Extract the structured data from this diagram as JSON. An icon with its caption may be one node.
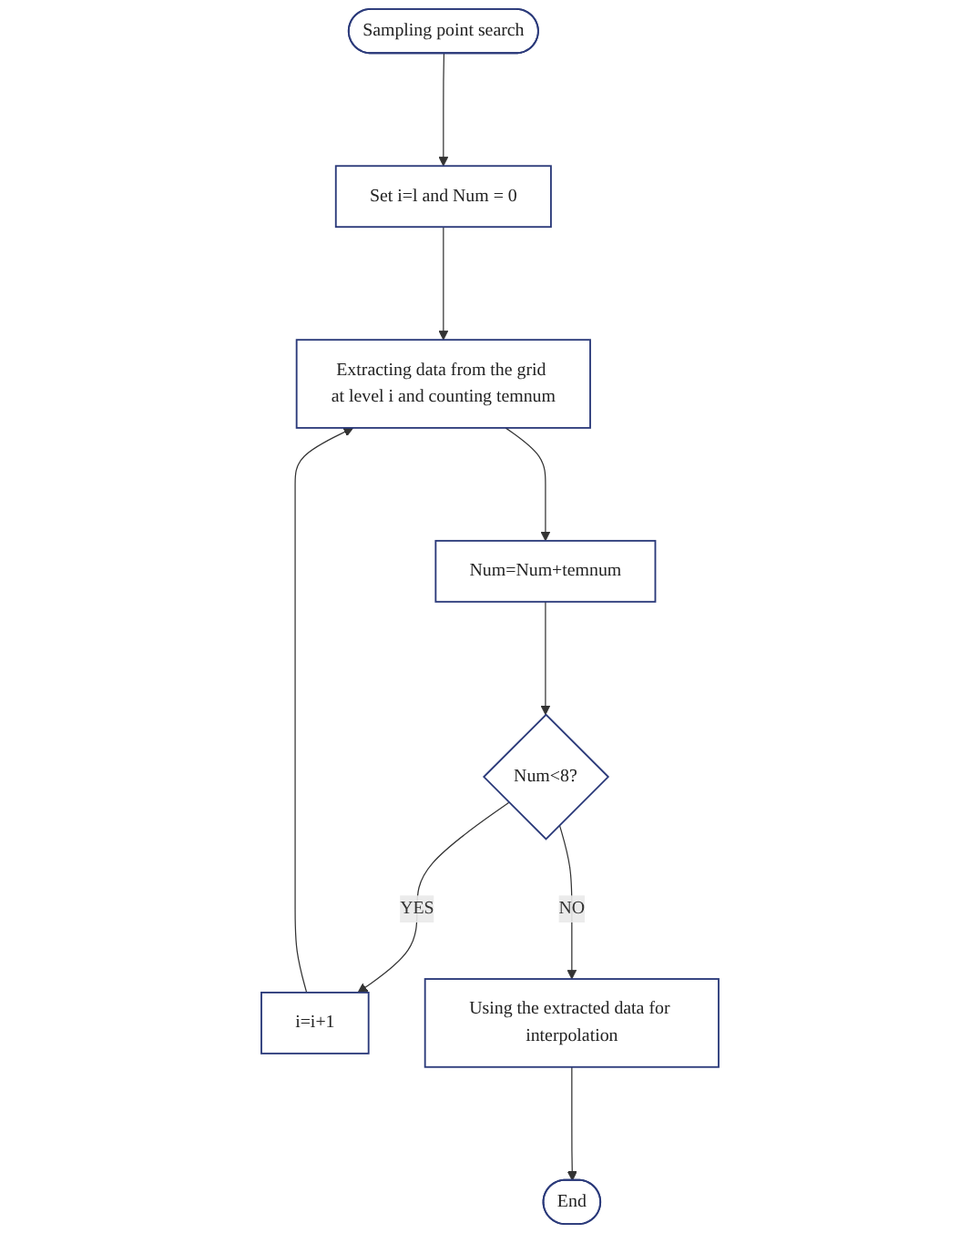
{
  "diagram": {
    "nodes": [
      {
        "text": [
          "Sampling point search"
        ]
      },
      {
        "text": [
          "Set i=l and Num = 0"
        ]
      },
      {
        "text": [
          "Extracting data from the grid at level i and counting temnum"
        ]
      },
      {
        "text": [
          "Num=Num+temnum"
        ]
      },
      {
        "text": [
          "Num<8?"
        ]
      },
      {
        "text": [
          "i=i+1"
        ]
      },
      {
        "text": [
          "Using the extracted data for interpolation"
        ]
      },
      {
        "text": [
          "End"
        ]
      }
    ],
    "edges": [
      {
        "from": 0,
        "to": 1,
        "arrow": "to"
      },
      {
        "from": 1,
        "to": 2,
        "arrow": "to"
      },
      {
        "from": 2,
        "to": 3,
        "arrow": "to"
      },
      {
        "from": 3,
        "to": 4,
        "arrow": "to"
      },
      {
        "from": 4,
        "to": 5,
        "arrow": "to",
        "label": "YES"
      },
      {
        "from": 5,
        "to": 2,
        "arrow": "to"
      },
      {
        "from": 4,
        "to": 6,
        "arrow": "to",
        "label": "NO"
      },
      {
        "from": 6,
        "to": 7,
        "arrow": "to"
      }
    ]
  }
}
